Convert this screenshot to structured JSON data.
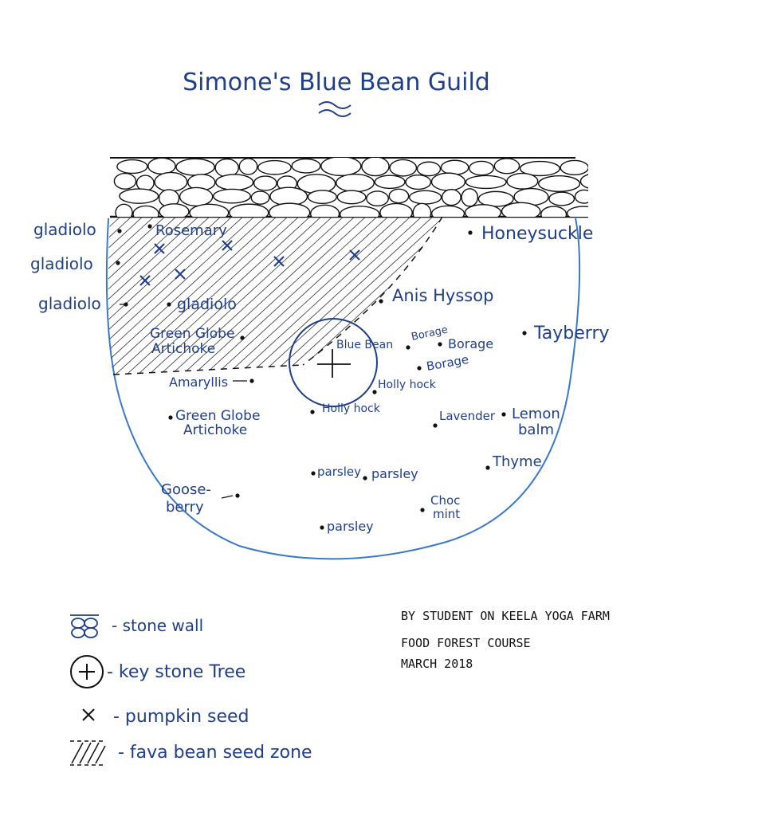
{
  "title": "Simone's Blue Bean Guild",
  "colors": {
    "ink": "#1f3f8a",
    "pen": "#111111",
    "outline": "#3a78c9"
  },
  "center": {
    "label": "Blue Bean"
  },
  "plants": {
    "gladiolo_1": "gladiolo",
    "gladiolo_2": "gladiolo",
    "gladiolo_3": "gladiolo",
    "gladiolo_4": "gladiolo",
    "rosemary": "Rosemary",
    "honeysuckle": "Honeysuckle",
    "anis_hyssop": "Anis Hyssop",
    "green_globe_1_l1": "Green Globe",
    "green_globe_1_l2": "Artichoke",
    "green_globe_2_l1": "Green Globe",
    "green_globe_2_l2": "Artichoke",
    "amaryllis": "Amaryllis",
    "borage_1": "Borage",
    "borage_2": "Borage",
    "borage_3": "Borage",
    "tayberry": "Tayberry",
    "hollyhock_1": "Holly hock",
    "hollyhock_2": "Holly hock",
    "lavender": "Lavender",
    "lemon_balm_l1": "Lemon",
    "lemon_balm_l2": "balm",
    "thyme": "Thyme",
    "parsley_1": "parsley",
    "parsley_2": "parsley",
    "parsley_3": "parsley",
    "choc_mint_l1": "Choc",
    "choc_mint_l2": "mint",
    "gooseberry_l1": "Goose-",
    "gooseberry_l2": "berry"
  },
  "legend": {
    "stone_wall": "- stone wall",
    "keystone_tree": "- key stone Tree",
    "pumpkin_seed": "- pumpkin seed",
    "fava_zone": "- fava bean seed zone"
  },
  "credit": {
    "line1": "BY STUDENT   ON KEELA YOGA FARM",
    "line2": "FOOD FOREST COURSE",
    "line3": "MARCH 2018"
  }
}
